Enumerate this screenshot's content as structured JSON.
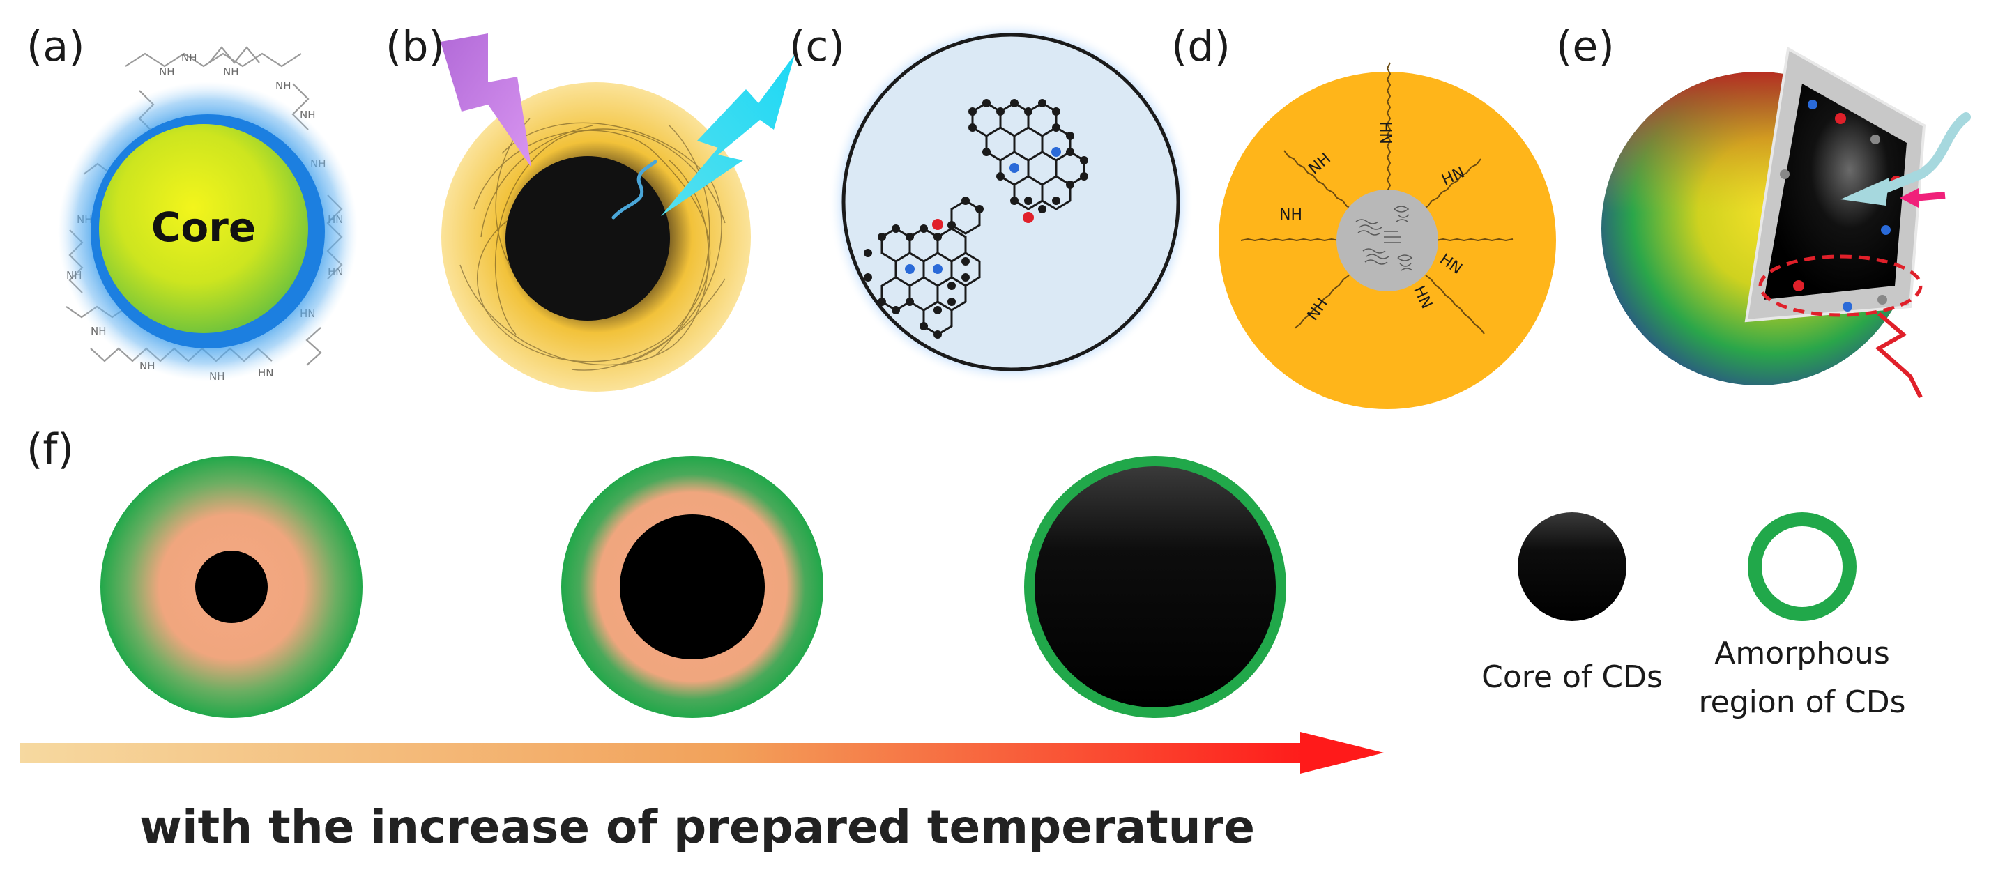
{
  "panels": {
    "a": {
      "label": "(a)",
      "core_text": "Core"
    },
    "b": {
      "label": "(b)"
    },
    "c": {
      "label": "(c)"
    },
    "d": {
      "label": "(d)",
      "nh_labels": [
        "NH",
        "HN",
        "HN",
        "NH",
        "HN",
        "NH",
        "HN"
      ]
    },
    "e": {
      "label": "(e)"
    },
    "f": {
      "label": "(f)"
    }
  },
  "legend": {
    "core": "Core of CDs",
    "amorphous_line1": "Amorphous",
    "amorphous_line2": "region of CDs"
  },
  "arrow_caption": "with the increase of prepared temperature",
  "colors": {
    "green_shell": "#21a84a",
    "amorphous_peach": "#f5a882",
    "core_black": "#000000",
    "arrow_start": "#f6d9a0",
    "arrow_end": "#ff1a1a",
    "panel_d_orange": "#ffb51a",
    "panel_c_blue": "#3d8cf0"
  }
}
